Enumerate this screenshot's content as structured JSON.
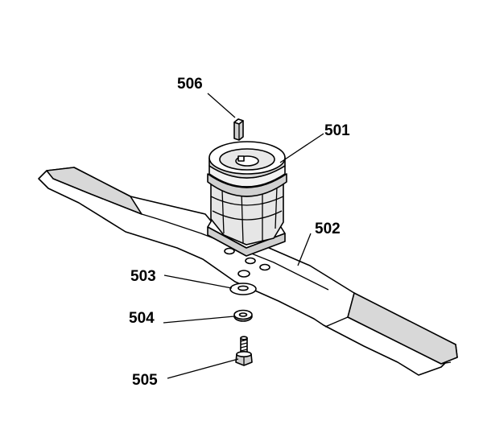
{
  "callouts": [
    {
      "id": "506"
    },
    {
      "id": "501"
    },
    {
      "id": "502"
    },
    {
      "id": "503"
    },
    {
      "id": "504"
    },
    {
      "id": "505"
    }
  ],
  "colors": {
    "ink": "#000000",
    "paper": "#ffffff",
    "shade": "#bdbdbd"
  }
}
